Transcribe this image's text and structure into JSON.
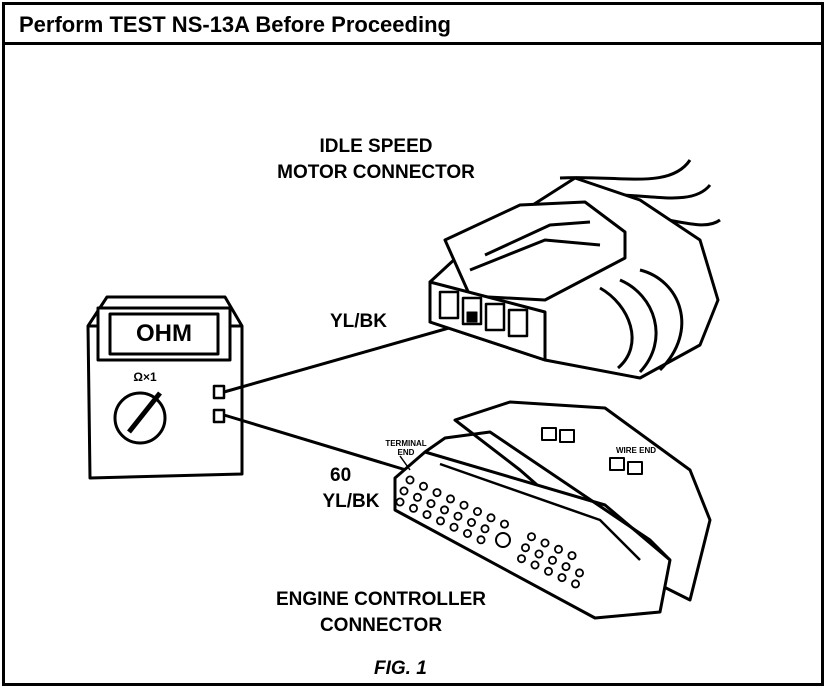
{
  "header": {
    "title": "Perform TEST NS-13A Before Proceeding"
  },
  "labels": {
    "isc_connector_line1": "IDLE SPEED",
    "isc_connector_line2": "MOTOR CONNECTOR",
    "wire_top": "YL/BK",
    "pin_number": "60",
    "wire_bottom": "YL/BK",
    "terminal_end_line1": "TERMINAL",
    "terminal_end_line2": "END",
    "wire_end": "WIRE END",
    "ecc_line1": "ENGINE CONTROLLER",
    "ecc_line2": "CONNECTOR",
    "figure": "FIG. 1"
  },
  "meter": {
    "display": "OHM",
    "range": "Ω×1"
  },
  "colors": {
    "line": "#000000",
    "background": "#ffffff"
  }
}
